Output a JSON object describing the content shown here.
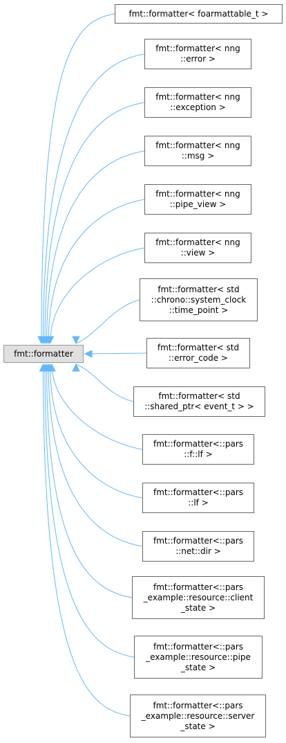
{
  "base_class": {
    "lines": [
      "fmt::formatter"
    ]
  },
  "derived_classes": [
    {
      "id": "foarmattable",
      "lines": [
        "fmt::formatter< foarmattable_t >"
      ]
    },
    {
      "id": "nng-error",
      "lines": [
        "fmt::formatter< nng",
        "::error >"
      ]
    },
    {
      "id": "nng-exception",
      "lines": [
        "fmt::formatter< nng",
        "::exception >"
      ]
    },
    {
      "id": "nng-msg",
      "lines": [
        "fmt::formatter< nng",
        "::msg >"
      ]
    },
    {
      "id": "nng-pipe-view",
      "lines": [
        "fmt::formatter< nng",
        "::pipe_view >"
      ]
    },
    {
      "id": "nng-view",
      "lines": [
        "fmt::formatter< nng",
        "::view >"
      ]
    },
    {
      "id": "std-time-point",
      "lines": [
        "fmt::formatter< std",
        "::chrono::system_clock",
        "::time_point >"
      ]
    },
    {
      "id": "std-error-code",
      "lines": [
        "fmt::formatter< std",
        "::error_code >"
      ]
    },
    {
      "id": "std-shared-ptr",
      "lines": [
        "fmt::formatter< std",
        "::shared_ptr< event_t > >"
      ]
    },
    {
      "id": "pars-f-lf",
      "lines": [
        "fmt::formatter<::pars",
        "::f::lf >"
      ]
    },
    {
      "id": "pars-lf",
      "lines": [
        "fmt::formatter<::pars",
        "::lf >"
      ]
    },
    {
      "id": "pars-net-dir",
      "lines": [
        "fmt::formatter<::pars",
        "::net::dir >"
      ]
    },
    {
      "id": "pars-client-state",
      "lines": [
        "fmt::formatter<::pars",
        "_example::resource::client",
        "_state >"
      ]
    },
    {
      "id": "pars-pipe-state",
      "lines": [
        "fmt::formatter<::pars",
        "_example::resource::pipe",
        "_state >"
      ]
    },
    {
      "id": "pars-server-state",
      "lines": [
        "fmt::formatter<::pars",
        "_example::resource::server",
        "_state >"
      ]
    }
  ],
  "colors": {
    "edge": "#63b8ff",
    "base_fill": "#e0e0e0",
    "node_border": "#666666"
  }
}
